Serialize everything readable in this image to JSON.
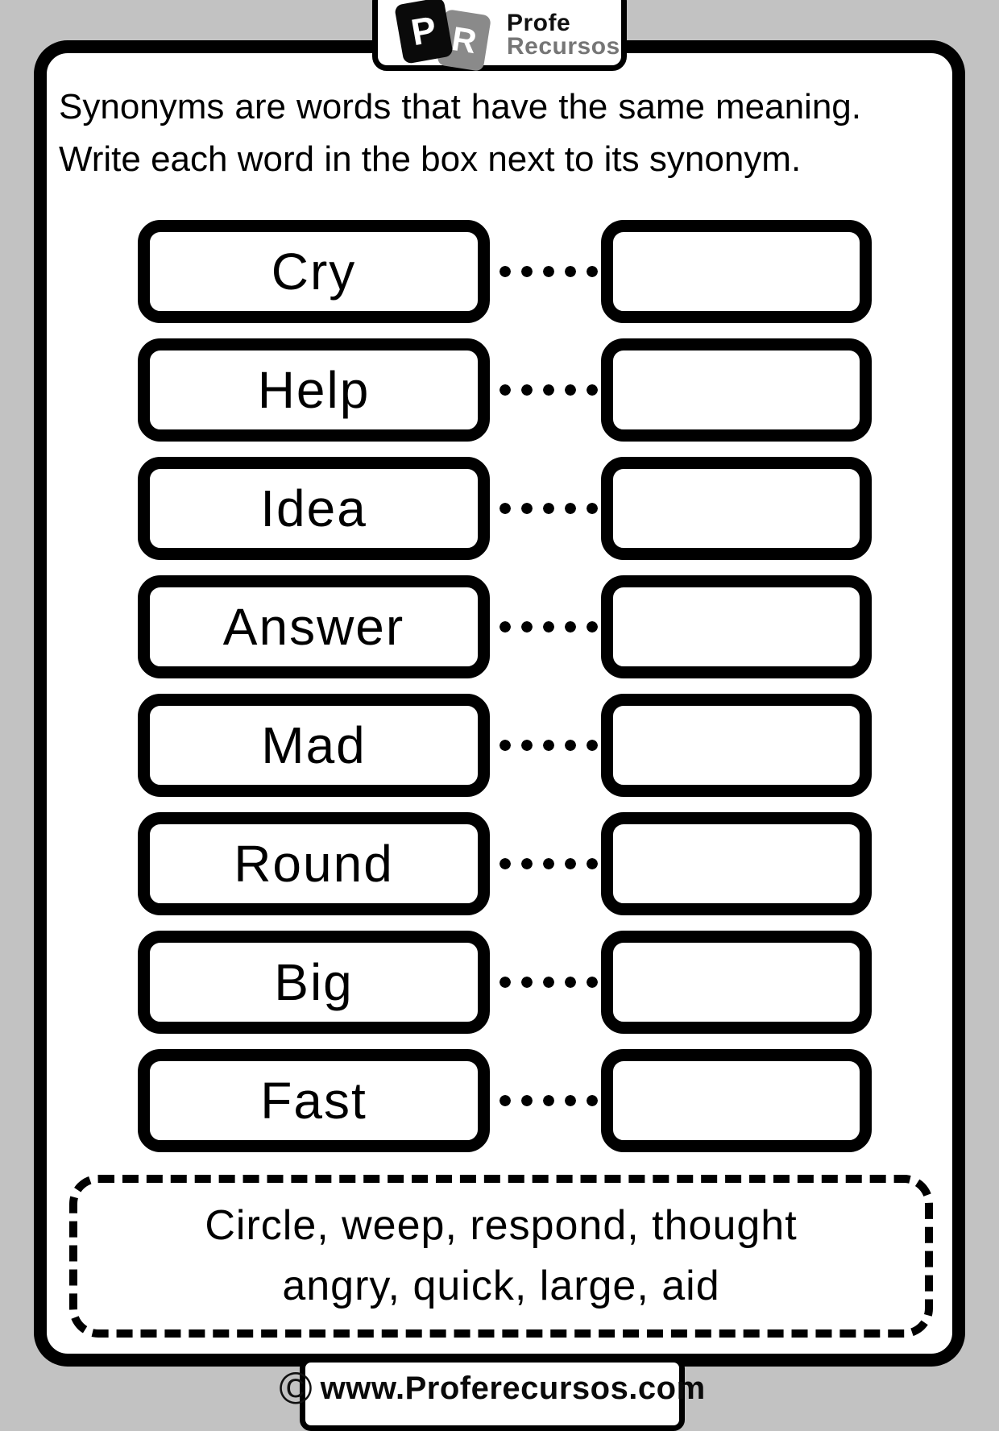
{
  "logo": {
    "tile1": "P",
    "tile2": "R",
    "name_line1": "Profe",
    "name_line2": "Recursos"
  },
  "instructions": {
    "line1": "Synonyms are words that have the same meaning.",
    "line2": "Write each word in the box next to its synonym."
  },
  "worksheet": {
    "rows": [
      {
        "word": "Cry"
      },
      {
        "word": "Help"
      },
      {
        "word": "Idea"
      },
      {
        "word": "Answer"
      },
      {
        "word": "Mad"
      },
      {
        "word": "Round"
      },
      {
        "word": "Big"
      },
      {
        "word": "Fast"
      }
    ]
  },
  "word_bank": {
    "line1": "Circle, weep, respond, thought",
    "line2": "angry, quick, large, aid"
  },
  "footer": {
    "symbol": "©",
    "url": "www.Proferecursos.com"
  },
  "colors": {
    "background": "#c2c2c2",
    "ink": "#000000",
    "logo_gray": "#8a8a8a",
    "logo_text_gray": "#767676"
  }
}
